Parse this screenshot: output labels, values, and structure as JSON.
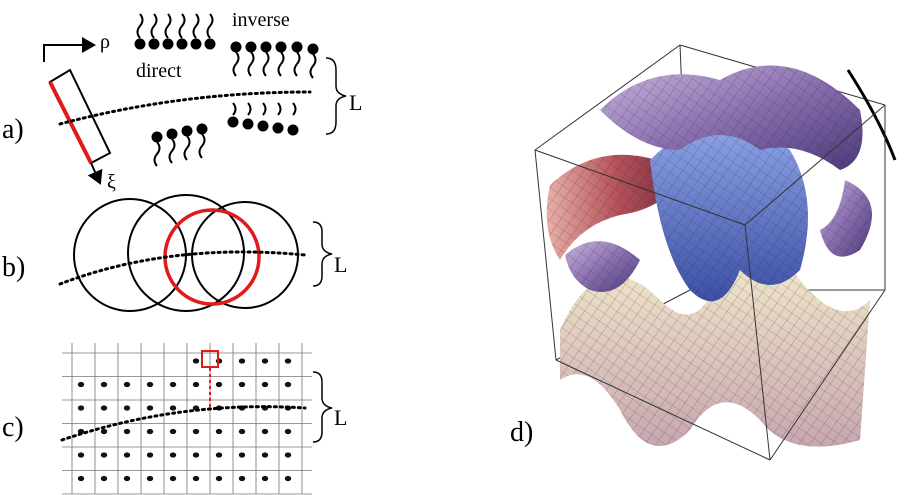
{
  "panels": {
    "a": {
      "label": "a)",
      "rho": "ρ",
      "xi": "ξ",
      "inverse": "inverse",
      "direct": "direct",
      "L": "L"
    },
    "b": {
      "label": "b)",
      "L": "L"
    },
    "c": {
      "label": "c)",
      "L": "L"
    },
    "d": {
      "label": "d)"
    }
  },
  "colors": {
    "highlight": "#e01b1b",
    "ink": "#000000",
    "grid": "#555555",
    "surface_purple": "#8a6fb0",
    "surface_blue": "#5a70c8",
    "surface_red": "#b5505a",
    "surface_cream": "#e8dcb0"
  }
}
